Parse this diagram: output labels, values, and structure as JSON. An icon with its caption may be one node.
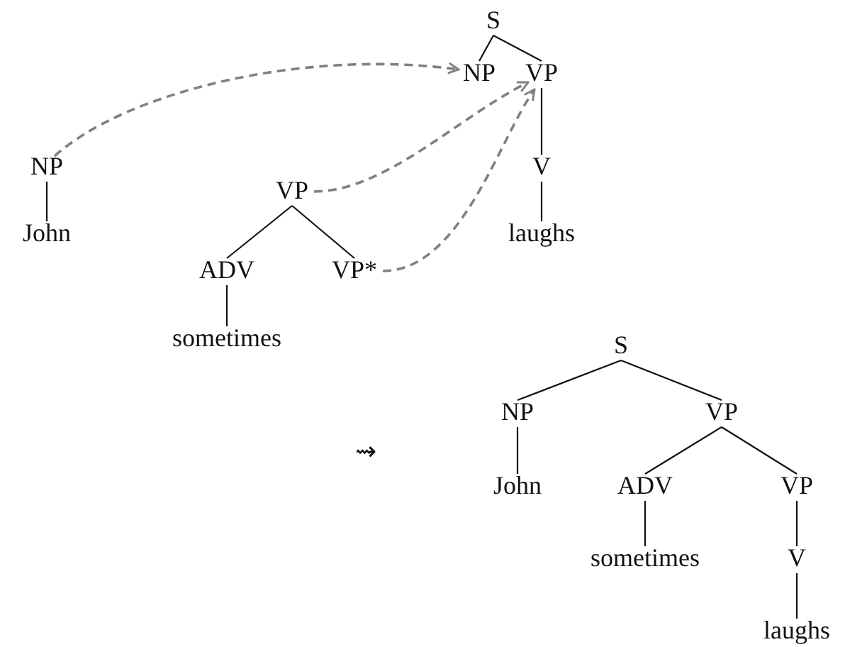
{
  "diagram": {
    "nodes": [
      {
        "text": [
          "S"
        ]
      },
      {
        "text": [
          "NP"
        ]
      },
      {
        "text": [
          "VP"
        ]
      },
      {
        "text": [
          "V"
        ]
      },
      {
        "text": [
          "laughs"
        ]
      },
      {
        "text": [
          "NP"
        ]
      },
      {
        "text": [
          "John"
        ]
      },
      {
        "text": [
          "VP"
        ]
      },
      {
        "text": [
          "ADV"
        ]
      },
      {
        "text": [
          "VP*"
        ]
      },
      {
        "text": [
          "sometimes"
        ]
      },
      {
        "text": [
          "S"
        ]
      },
      {
        "text": [
          "NP"
        ]
      },
      {
        "text": [
          "VP"
        ]
      },
      {
        "text": [
          "John"
        ]
      },
      {
        "text": [
          "ADV"
        ]
      },
      {
        "text": [
          "VP"
        ]
      },
      {
        "text": [
          "sometimes"
        ]
      },
      {
        "text": [
          "V"
        ]
      },
      {
        "text": [
          "laughs"
        ]
      }
    ],
    "edges": [
      {
        "from": 0,
        "to": 1,
        "arrow": "none"
      },
      {
        "from": 0,
        "to": 2,
        "arrow": "none"
      },
      {
        "from": 2,
        "to": 3,
        "arrow": "none"
      },
      {
        "from": 3,
        "to": 4,
        "arrow": "none"
      },
      {
        "from": 5,
        "to": 6,
        "arrow": "none"
      },
      {
        "from": 7,
        "to": 8,
        "arrow": "none"
      },
      {
        "from": 7,
        "to": 9,
        "arrow": "none"
      },
      {
        "from": 8,
        "to": 10,
        "arrow": "none"
      },
      {
        "from": 11,
        "to": 12,
        "arrow": "none"
      },
      {
        "from": 11,
        "to": 13,
        "arrow": "none"
      },
      {
        "from": 12,
        "to": 14,
        "arrow": "none"
      },
      {
        "from": 13,
        "to": 15,
        "arrow": "none"
      },
      {
        "from": 13,
        "to": 16,
        "arrow": "none"
      },
      {
        "from": 15,
        "to": 17,
        "arrow": "none"
      },
      {
        "from": 16,
        "to": 18,
        "arrow": "none"
      },
      {
        "from": 18,
        "to": 19,
        "arrow": "none"
      },
      {
        "from": 5,
        "to": 1,
        "arrow": "to",
        "style": "dashed",
        "color": "#808080"
      },
      {
        "from": 7,
        "to": 2,
        "arrow": "to",
        "style": "dashed",
        "color": "#808080"
      },
      {
        "from": 9,
        "to": 2,
        "arrow": "to",
        "style": "dashed",
        "color": "#808080"
      }
    ],
    "labels": [
      "⇝"
    ]
  }
}
